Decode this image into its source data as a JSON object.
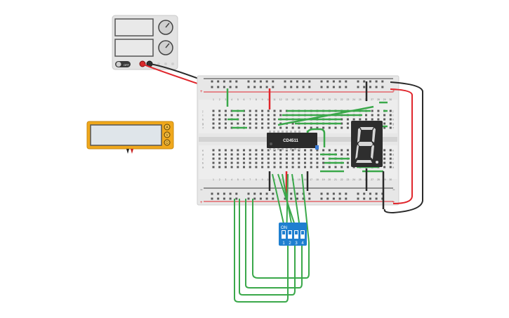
{
  "power_supply": {
    "mode_label": "OFF"
  },
  "multimeter": {
    "buttons": [
      "A",
      "V",
      "Ω"
    ]
  },
  "breadboard": {
    "rail_plus": "+",
    "rail_minus": "−",
    "row_letters_top": [
      "j",
      "i",
      "h",
      "g",
      "f"
    ],
    "row_letters_bottom": [
      "e",
      "d",
      "c",
      "b",
      "a"
    ],
    "column_numbers": [
      "1",
      "2",
      "3",
      "4",
      "5",
      "6",
      "7",
      "8",
      "9",
      "10",
      "11",
      "12",
      "13",
      "14",
      "15",
      "16",
      "17",
      "18",
      "19",
      "20",
      "21",
      "22",
      "23",
      "24",
      "25",
      "26",
      "27",
      "28",
      "29",
      "30"
    ]
  },
  "ic": {
    "label": "CD4511"
  },
  "seven_segment": {
    "digit": "8"
  },
  "dip_switch": {
    "on_label": "ON",
    "switch_numbers": [
      "1",
      "2",
      "3",
      "4"
    ]
  },
  "colors": {
    "wire_green": "#3aa84a",
    "wire_red": "#e0262c",
    "wire_black": "#2a2a2a",
    "multimeter_body": "#f0a81c",
    "dip_switch_body": "#1f7fd0",
    "breadboard_body": "#e7e7e7"
  }
}
